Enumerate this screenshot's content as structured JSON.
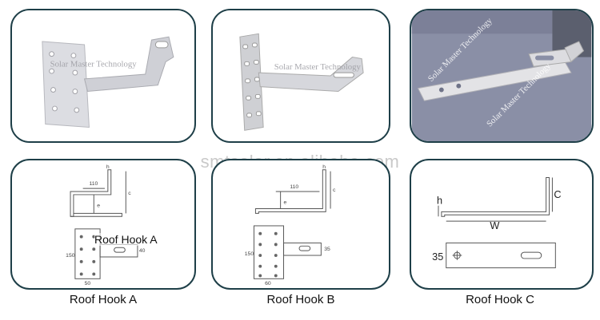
{
  "watermark_center": "smtsolar.en.alibaba.com",
  "photo_watermark": "Solar Master Technology",
  "captions": {
    "a": "Roof Hook A",
    "b": "Roof Hook B",
    "c": "Roof Hook C"
  },
  "overlay_label": "Roof Hook A",
  "drawing_a": {
    "top_dim": "110",
    "height_dim": "h",
    "side_dim": "c",
    "offset_dim": "e",
    "plate_height": "150",
    "plate_width": "50",
    "slot_width": "40"
  },
  "drawing_b": {
    "top_dim": "110",
    "height_dim": "h",
    "side_dim": "c",
    "offset_dim": "e",
    "plate_height": "150",
    "plate_width": "60",
    "slot_width": "35"
  },
  "drawing_c": {
    "height_dim": "h",
    "length_dim": "W",
    "side_dim": "C",
    "plate_width": "35"
  },
  "colors": {
    "card_border": "#1e3f48",
    "photo_bg": "#8a8fa6",
    "metal": "#d9d9dc"
  }
}
